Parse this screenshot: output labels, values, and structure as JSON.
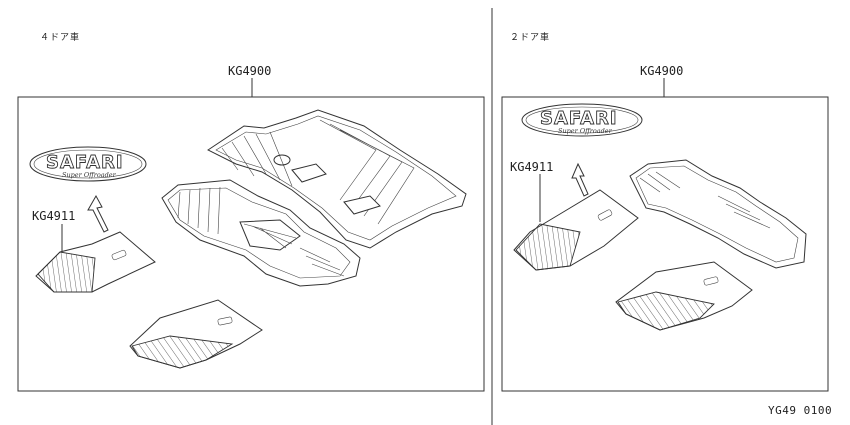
{
  "left_panel": {
    "label": "４ドア車",
    "assembly_part": "KG4900",
    "component_part": "KG4911",
    "logo_text": "SAFARI",
    "logo_subtext": "Super Offroader"
  },
  "right_panel": {
    "label": "２ドア車",
    "assembly_part": "KG4900",
    "component_part": "KG4911",
    "logo_text": "SAFARI",
    "logo_subtext": "Super Offroader"
  },
  "diagram_code": "YG49 0100",
  "icons": [
    "arrow-up-icon",
    "safari-logo-icon"
  ]
}
